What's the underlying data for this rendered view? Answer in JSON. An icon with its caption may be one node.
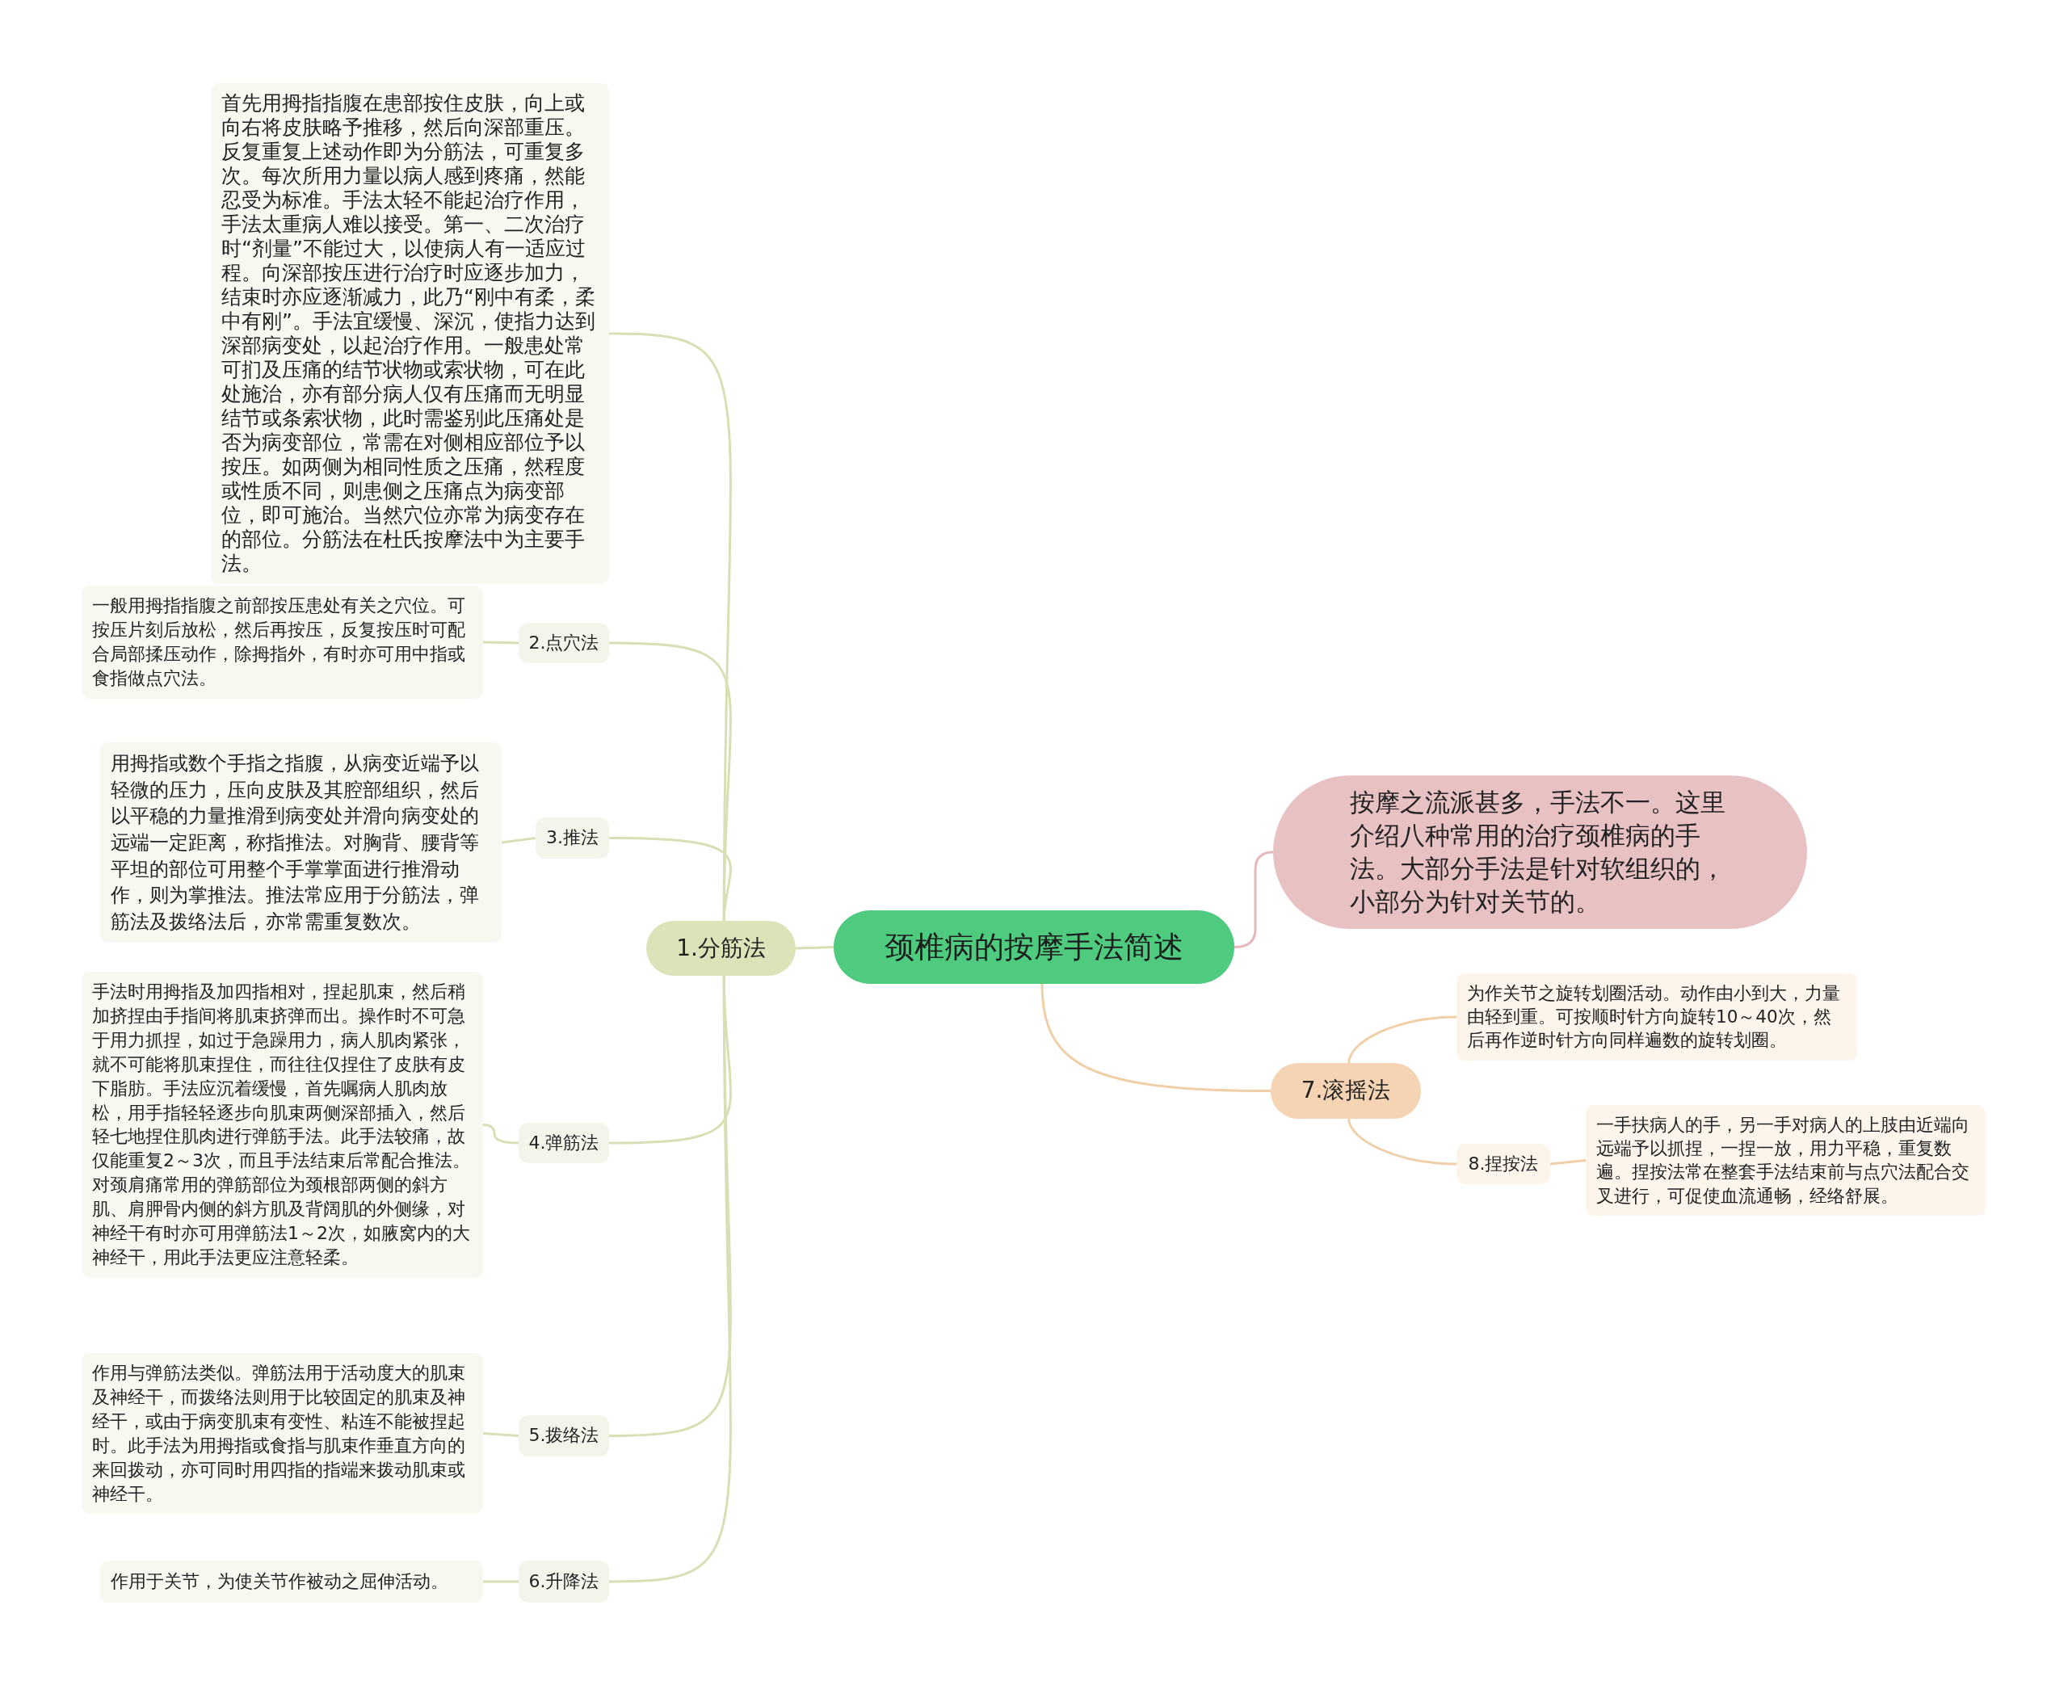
{
  "diagram": {
    "nodes": [
      {
        "text": [
          "颈椎病的按摩手法简述"
        ]
      },
      {
        "text": [
          "1.分筋法"
        ]
      },
      {
        "text": [
          "首先用拇指指腹在患部按住皮肤，向上或向右将皮肤略予推移，然后向深部重压。反复重复上述动作即为分筋法，可重复多次。每次所用力量以病人感到疼痛，然能忍受为标准。手法太轻不能起治疗作用，手法太重病人难以接受。第一、二次治疗时“剂量”不能过大，以使病人有一适应过程。向深部按压进行治疗时应逐步加力，结束时亦应逐渐减力，此乃“刚中有柔，柔中有刚”。手法宜缓慢、深沉，使指力达到深部病变处，以起治疗作用。一般患处常可扪及压痛的结节状物或索状物，可在此处施治，亦有部分病人仅有压痛而无明显结节或条索状物，此时需鉴别此压痛处是否为病变部位，常需在对侧相应部位予以按压。如两侧为相同性质之压痛，然程度或性质不同，则患侧之压痛点为病变部位，即可施治。当然穴位亦常为病变存在的部位。分筋法在杜氏按摩法中为主要手法。"
        ]
      },
      {
        "text": [
          "2.点穴法"
        ]
      },
      {
        "text": [
          "一般用拇指指腹之前部按压患处有关之穴位。可按压片刻后放松，然后再按压，反复按压时可配合局部揉压动作，除拇指外，有时亦可用中指或食指做点穴法。"
        ]
      },
      {
        "text": [
          "3.推法"
        ]
      },
      {
        "text": [
          "用拇指或数个手指之指腹，从病变近端予以轻微的压力，压向皮肤及其腔部组织，然后以平稳的力量推滑到病变处并滑向病变处的远端一定距离，称指推法。对胸背、腰背等平坦的部位可用整个手掌掌面进行推滑动作，则为掌推法。推法常应用于分筋法，弹筋法及拨络法后，亦常需重复数次。"
        ]
      },
      {
        "text": [
          "4.弹筋法"
        ]
      },
      {
        "text": [
          "手法时用拇指及加四指相对，捏起肌束，然后稍加挤捏由手指间将肌束挤弹而出。操作时不可急于用力抓捏，如过于急躁用力，病人肌肉紧张，就不可能将肌束捏住，而往往仅捏住了皮肤有皮下脂肪。手法应沉着缓慢，首先嘱病人肌肉放松，用手指轻轻逐步向肌束两侧深部插入，然后轻七地捏住肌肉进行弹筋手法。此手法较痛，故仅能重复2～3次，而且手法结束后常配合推法。对颈肩痛常用的弹筋部位为颈根部两侧的斜方肌、肩胛骨内侧的斜方肌及背阔肌的外侧缘，对神经干有时亦可用弹筋法1～2次，如腋窝内的大神经干，用此手法更应注意轻柔。"
        ]
      },
      {
        "text": [
          "5.拨络法"
        ]
      },
      {
        "text": [
          "作用与弹筋法类似。弹筋法用于活动度大的肌束及神经干，而拨络法则用于比较固定的肌束及神经干，或由于病变肌束有变性、粘连不能被捏起时。此手法为用拇指或食指与肌束作垂直方向的来回拨动，亦可同时用四指的指端来拨动肌束或神经干。"
        ]
      },
      {
        "text": [
          "6.升降法"
        ]
      },
      {
        "text": [
          "作用于关节，为使关节作被动之屈伸活动。"
        ]
      },
      {
        "text": [
          "按摩之流派甚多，手法不一。这里介绍八种常用的治疗颈椎病的手法。大部分手法是针对软组织的，小部分为针对关节的。"
        ]
      },
      {
        "text": [
          "7.滚摇法"
        ]
      },
      {
        "text": [
          "为作关节之旋转划圈活动。动作由小到大，力量由轻到重。可按顺时针方向旋转10～40次，然后再作逆时针方向同样遍数的旋转划圈。"
        ]
      },
      {
        "text": [
          "8.捏按法"
        ]
      },
      {
        "text": [
          "一手扶病人的手，另一手对病人的上肢由近端向远端予以抓捏，一捏一放，用力平稳，重复数遍。捏按法常在整套手法结束前与点穴法配合交叉进行，可促使血流通畅，经络舒展。"
        ]
      }
    ],
    "edges": [
      {
        "from": 0,
        "to": 1,
        "arrow": "none"
      },
      {
        "from": 1,
        "to": 2,
        "arrow": "none"
      },
      {
        "from": 1,
        "to": 3,
        "arrow": "none"
      },
      {
        "from": 3,
        "to": 4,
        "arrow": "none"
      },
      {
        "from": 1,
        "to": 5,
        "arrow": "none"
      },
      {
        "from": 5,
        "to": 6,
        "arrow": "none"
      },
      {
        "from": 1,
        "to": 7,
        "arrow": "none"
      },
      {
        "from": 7,
        "to": 8,
        "arrow": "none"
      },
      {
        "from": 1,
        "to": 9,
        "arrow": "none"
      },
      {
        "from": 9,
        "to": 10,
        "arrow": "none"
      },
      {
        "from": 1,
        "to": 11,
        "arrow": "none"
      },
      {
        "from": 11,
        "to": 12,
        "arrow": "none"
      },
      {
        "from": 0,
        "to": 13,
        "arrow": "none",
        "color": "#e6b8bb"
      },
      {
        "from": 0,
        "to": 14,
        "arrow": "none",
        "color": "#f0cfa8"
      },
      {
        "from": 14,
        "to": 15,
        "arrow": "none",
        "color": "#f0cfa8"
      },
      {
        "from": 14,
        "to": 16,
        "arrow": "none",
        "color": "#f0cfa8"
      },
      {
        "from": 16,
        "to": 17,
        "arrow": "none",
        "color": "#f0cfa8"
      }
    ]
  }
}
